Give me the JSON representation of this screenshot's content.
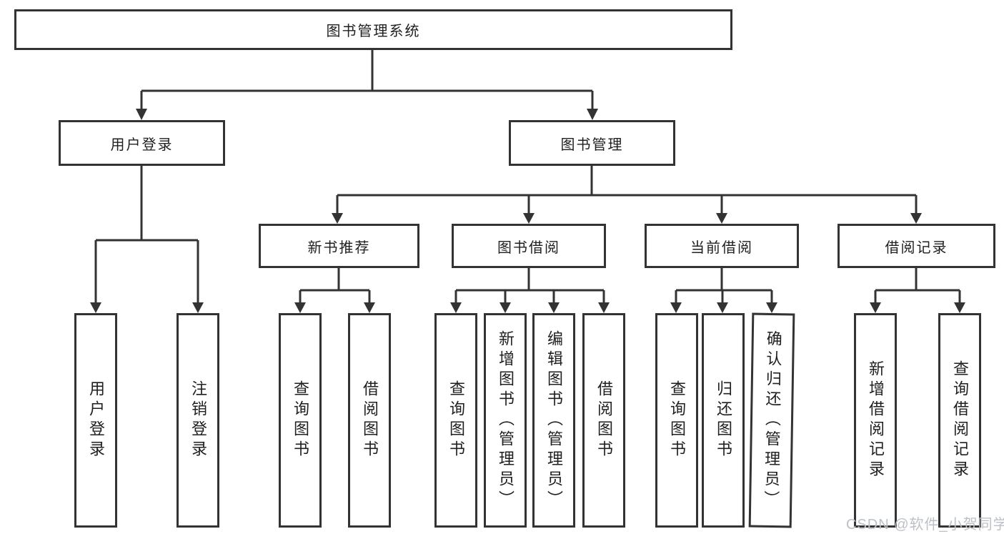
{
  "diagram": {
    "title": "图书管理系统",
    "line_color": "#333333",
    "branches": [
      {
        "label": "用户登录",
        "children": [
          {
            "label": "用户登录"
          },
          {
            "label": "注销登录"
          }
        ]
      },
      {
        "label": "图书管理",
        "groups": [
          {
            "label": "新书推荐",
            "children": [
              {
                "label": "查询图书"
              },
              {
                "label": "借阅图书"
              }
            ]
          },
          {
            "label": "图书借阅",
            "children": [
              {
                "label": "查询图书"
              },
              {
                "label": "新增图书（管理员）"
              },
              {
                "label": "编辑图书（管理员）"
              },
              {
                "label": "借阅图书"
              }
            ]
          },
          {
            "label": "当前借阅",
            "children": [
              {
                "label": "查询图书"
              },
              {
                "label": "归还图书"
              },
              {
                "label": "确认归还（管理员）"
              }
            ]
          },
          {
            "label": "借阅记录",
            "children": [
              {
                "label": "新增借阅记录"
              },
              {
                "label": "查询借阅记录"
              }
            ]
          }
        ]
      }
    ]
  },
  "watermark": {
    "text": "CSDN @软件_小贺同学",
    "color": "#bcc1c7"
  }
}
